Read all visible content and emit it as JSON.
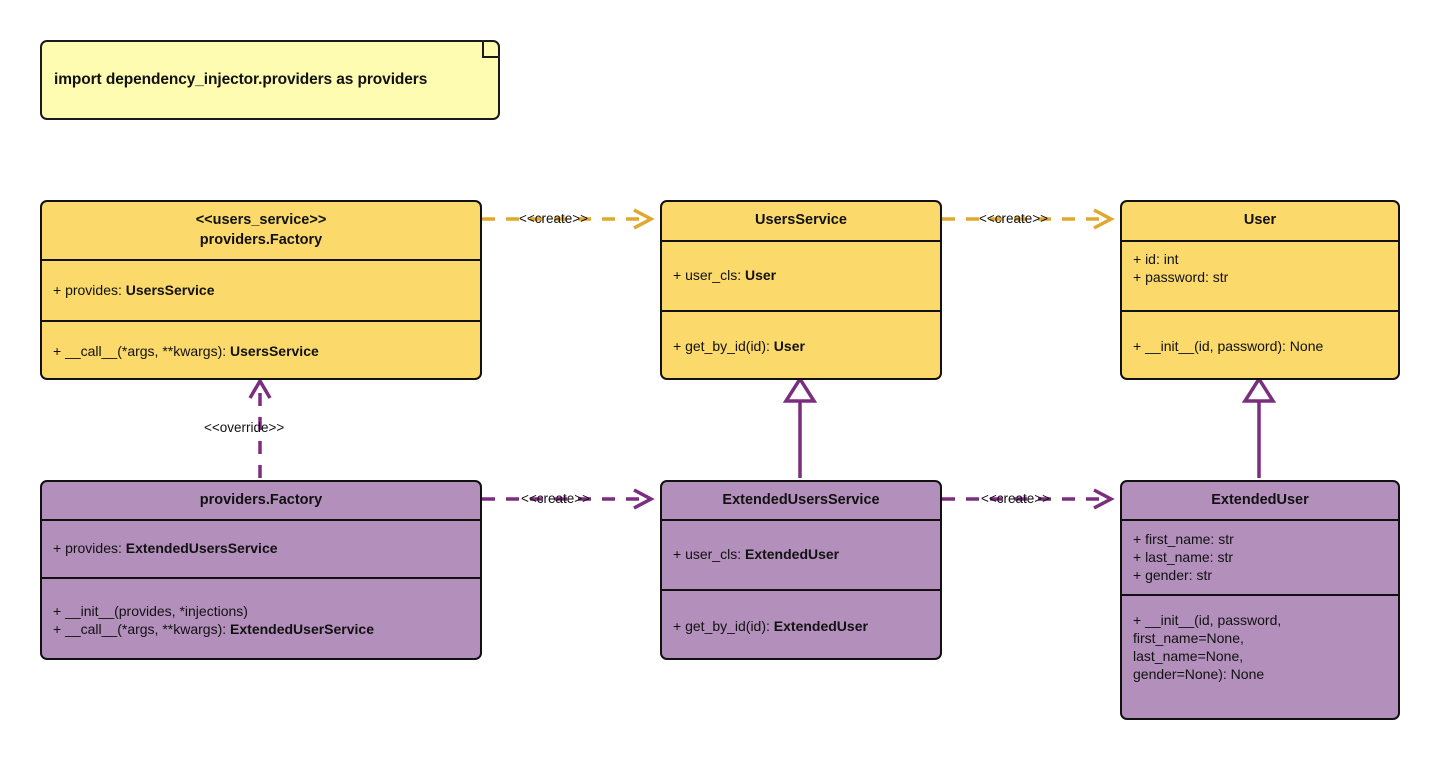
{
  "diagram": {
    "type": "uml-class-diagram",
    "background": "#ffffff",
    "colors": {
      "note_fill": "#FDFCB0",
      "yellow_fill": "#FBD96A",
      "purple_fill": "#B38FBC",
      "stroke": "#111111",
      "yellow_edge": "#E0A82E",
      "purple_edge": "#7B2D7E"
    }
  },
  "note": {
    "text": "import dependency_injector.providers as providers"
  },
  "classes": {
    "users_service_factory": {
      "stereotype": "<<users_service>>",
      "name": "providers.Factory",
      "attributes": [
        {
          "prefix": "+ provides: ",
          "type": "UsersService"
        }
      ],
      "methods": [
        {
          "prefix": "+ __call__(*args, **kwargs): ",
          "type": "UsersService"
        }
      ]
    },
    "users_service": {
      "stereotype": "",
      "name": "UsersService",
      "attributes": [
        {
          "prefix": "+ user_cls: ",
          "type": "User"
        }
      ],
      "methods": [
        {
          "prefix": "+ get_by_id(id): ",
          "type": "User"
        }
      ]
    },
    "user": {
      "stereotype": "",
      "name": "User",
      "attributes": [
        {
          "prefix": "+ id: int",
          "type": ""
        },
        {
          "prefix": "+ password: str",
          "type": ""
        }
      ],
      "methods": [
        {
          "prefix": "+ __init__(id, password): None",
          "type": ""
        }
      ]
    },
    "extended_factory": {
      "stereotype": "",
      "name": "providers.Factory",
      "attributes": [
        {
          "prefix": "+ provides: ",
          "type": "ExtendedUsersService"
        }
      ],
      "methods": [
        {
          "prefix": "+ __init__(provides, *injections)",
          "type": ""
        },
        {
          "prefix": "+ __call__(*args, **kwargs): ",
          "type": "ExtendedUserService"
        }
      ]
    },
    "extended_users_service": {
      "stereotype": "",
      "name": "ExtendedUsersService",
      "attributes": [
        {
          "prefix": "+ user_cls: ",
          "type": "ExtendedUser"
        }
      ],
      "methods": [
        {
          "prefix": "+ get_by_id(id): ",
          "type": "ExtendedUser"
        }
      ]
    },
    "extended_user": {
      "stereotype": "",
      "name": "ExtendedUser",
      "attributes": [
        {
          "prefix": "+ first_name: str",
          "type": ""
        },
        {
          "prefix": "+ last_name: str",
          "type": ""
        },
        {
          "prefix": "+ gender: str",
          "type": ""
        }
      ],
      "methods": [
        {
          "prefix": "+ __init__(id, password,\nfirst_name=None,\nlast_name=None,\ngender=None): None",
          "type": ""
        }
      ]
    }
  },
  "edges": {
    "create_top_left": {
      "label": "<<create>>",
      "style": "dashed",
      "arrow": "open",
      "color": "#E0A82E"
    },
    "create_top_right": {
      "label": "<<create>>",
      "style": "dashed",
      "arrow": "open",
      "color": "#E0A82E"
    },
    "create_bottom_left": {
      "label": "<<create>>",
      "style": "dashed",
      "arrow": "open",
      "color": "#7B2D7E"
    },
    "create_bottom_right": {
      "label": "<<create>>",
      "style": "dashed",
      "arrow": "open",
      "color": "#7B2D7E"
    },
    "override": {
      "label": "<<override>>",
      "style": "dashed",
      "arrow": "open",
      "color": "#7B2D7E"
    },
    "inherit_service": {
      "label": "",
      "style": "solid",
      "arrow": "hollow-triangle",
      "color": "#7B2D7E"
    },
    "inherit_user": {
      "label": "",
      "style": "solid",
      "arrow": "hollow-triangle",
      "color": "#7B2D7E"
    }
  }
}
